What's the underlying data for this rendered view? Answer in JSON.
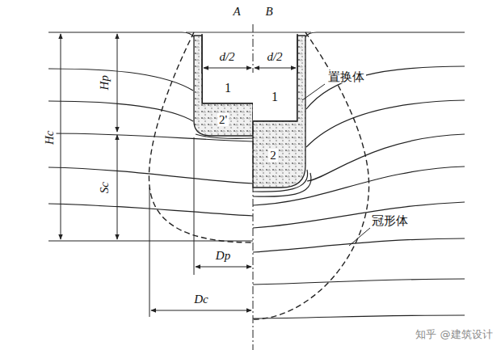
{
  "diagram": {
    "nodes": [
      {
        "text": [
          "1"
        ]
      },
      {
        "text": [
          "1"
        ]
      }
    ],
    "labels": [
      "A",
      "B",
      "d/2",
      "d/2",
      "2'",
      "2",
      "置换体",
      "冠形体",
      "Hp",
      "Hc",
      "Sc",
      "Dp",
      "Dc",
      "知乎 @建筑设计"
    ]
  }
}
